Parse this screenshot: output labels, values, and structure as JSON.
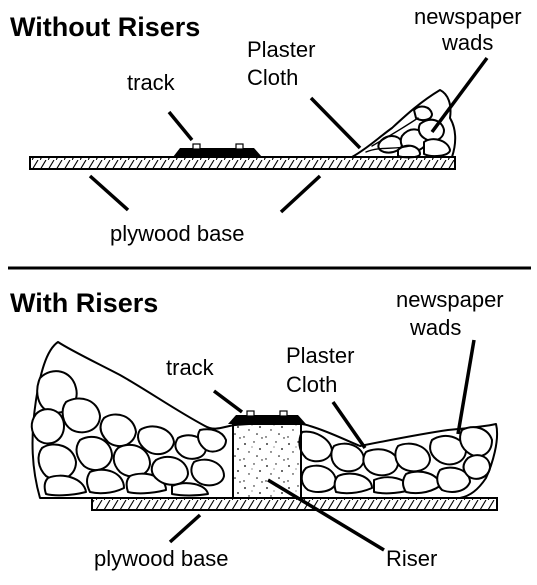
{
  "top_panel": {
    "heading": "Without Risers",
    "labels": {
      "track": "track",
      "plaster_cloth_line1": "Plaster",
      "plaster_cloth_line2": "Cloth",
      "newspaper_line1": "newspaper",
      "newspaper_line2": "wads",
      "base": "plywood base"
    }
  },
  "bottom_panel": {
    "heading": "With Risers",
    "labels": {
      "track": "track",
      "plaster_cloth_line1": "Plaster",
      "plaster_cloth_line2": "Cloth",
      "newspaper_line1": "newspaper",
      "newspaper_line2": "wads",
      "base": "plywood base",
      "riser": "Riser"
    }
  }
}
